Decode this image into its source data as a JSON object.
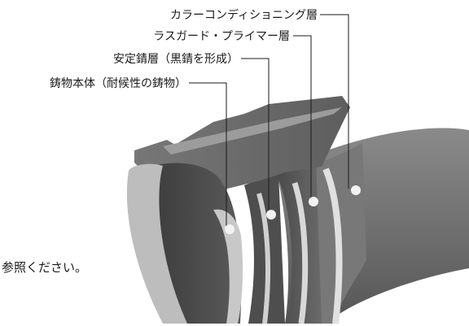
{
  "labels": {
    "color_layer": "カラーコンディショニング層",
    "rust_guard_layer": "ラスガード・プライマー層",
    "stable_rust_layer": "安定錆層（黒錆を形成）",
    "body": "鋳物本体（耐候性の鋳物）"
  },
  "note": "参照ください。"
}
